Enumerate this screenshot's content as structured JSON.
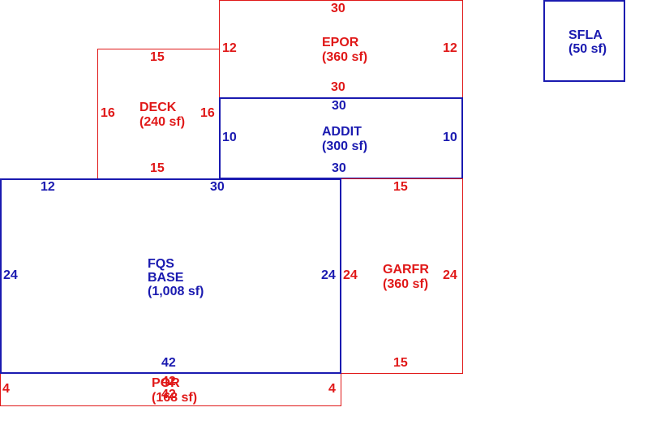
{
  "colors": {
    "blue": "#1a1ab0",
    "red": "#e01818"
  },
  "rooms": {
    "epor": {
      "name": "EPOR",
      "area": "(360 sf)",
      "top": "30",
      "bottom": "30",
      "left": "12",
      "right": "12"
    },
    "deck": {
      "name": "DECK",
      "area": "(240 sf)",
      "top": "15",
      "bottom": "15",
      "left": "16",
      "right": "16"
    },
    "addit": {
      "name": "ADDIT",
      "area": "(300 sf)",
      "top": "30",
      "bottom": "30",
      "left": "10",
      "right": "10"
    },
    "base": {
      "name_line1": "FQS",
      "name_line2": "BASE",
      "area": "(1,008 sf)",
      "top_left": "12",
      "top_right": "30",
      "bottom": "42",
      "left": "24",
      "right": "24"
    },
    "garfr": {
      "name": "GARFR",
      "area": "(360 sf)",
      "top": "15",
      "bottom": "15",
      "left": "24",
      "right": "24"
    },
    "por": {
      "name": "POR",
      "area": "(168 sf)",
      "top": "42",
      "bottom": "42",
      "left": "4",
      "right": "4"
    },
    "sfla": {
      "name": "SFLA",
      "area": "(50 sf)"
    }
  }
}
